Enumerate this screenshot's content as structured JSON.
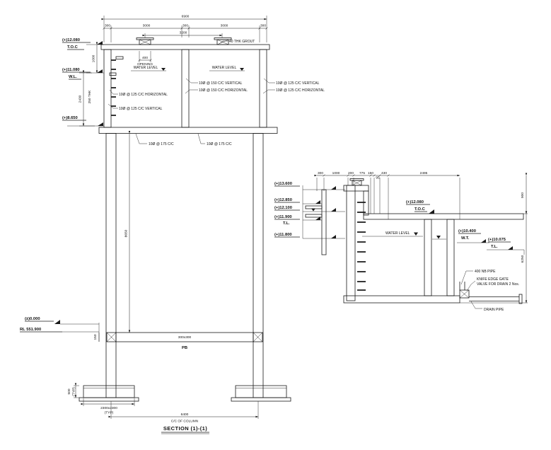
{
  "main": {
    "dim_overall": "6900",
    "dim_w1": "300",
    "dim_c1": "3000",
    "dim_w2": "300",
    "dim_c2": "3000",
    "dim_w3": "300",
    "dim_pads": "3200",
    "opening_w": "400",
    "opening_label": "OPENING",
    "note_grout": "40 THK GROUT",
    "lvl_toc": "(+)12.080",
    "lvl_toc_tag": "T.O.C",
    "lvl_wl": "(+)11.080",
    "lvl_wl_tag": "W.L.",
    "lvl_soffit": "(+)8.650",
    "lvl_zero": "(±)0.000",
    "lvl_rl": "RL 551.900",
    "dim_toc_wl": "1000",
    "dim_wl_soffit": "2430",
    "note_wall_thk": "250 THK",
    "dim_col_h": "8650",
    "dim_beam": "150",
    "water_level": "WATER LEVEL",
    "rebar_left_h": "10Ø @ 125 C/C HORIZONTAL",
    "rebar_left_v": "10Ø @ 125 C/C VERTICAL",
    "rebar_mid_v": "10Ø @ 150 C/C VERTICAL",
    "rebar_mid_h": "10Ø @ 150 C/C HORIZONTAL",
    "rebar_right_v": "10Ø @ 125 C/C VERTICAL",
    "rebar_right_h": "10Ø @ 125 C/C HORIZONTAL",
    "rebar_slab": "10Ø @ 175 C/C",
    "beam_size": "300x300",
    "beam_tag": "PB",
    "dim_footing_d": "500",
    "footing_typ": "(TYP)",
    "footing_plan": "2300x2300",
    "footing_plan_typ": "(TYP)",
    "dim_col_cc": "6400",
    "col_cc_label": "C/C OF COLUMN",
    "title": "SECTION (1)-(1)"
  },
  "detail": {
    "dims": [
      "300",
      "1000",
      "200",
      "775",
      "150",
      "95",
      "430",
      "2495"
    ],
    "dim_right_top": "900",
    "dim_right_h": "6250",
    "lvl_1": "(+)13.600",
    "lvl_2": "(+)12.850",
    "lvl_3": "(+)12.100",
    "lvl_4": "(+)11.900",
    "lvl_4_tag": "T.L.",
    "lvl_5": "(+)11.800",
    "lvl_toc": "(+)12.080",
    "lvl_toc_tag": "T.O.C",
    "lvl_wt": "(+)10.400",
    "lvl_wt_tag": "W.T.",
    "lvl_tl": "(+)10.075",
    "lvl_tl_tag": "T.L.",
    "water_level": "WATER LEVEL",
    "note_pipe": "400 NB PIPE",
    "note_valve1": "KNIFE EDGE GATE",
    "note_valve2": "VALVE FOR DRAIN 2 Nos.",
    "note_drain": "DRAIN PIPE"
  }
}
